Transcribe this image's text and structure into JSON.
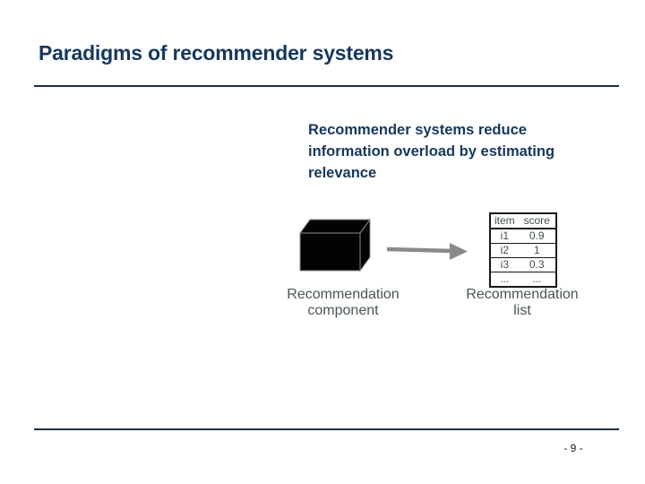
{
  "slide": {
    "title": "Paradigms of recommender systems",
    "body_text": "Recommender systems reduce information overload by estimating relevance",
    "page_number": "- 9 -"
  },
  "diagram": {
    "component_caption": {
      "line1": "Recommendation",
      "line2": "component"
    },
    "list_caption": {
      "line1": "Recommendation",
      "line2": "list"
    },
    "icons": [
      "cube-3d-icon",
      "arrow-right-icon"
    ],
    "table": {
      "headers": [
        "item",
        "score"
      ],
      "rows": [
        [
          "i1",
          "0.9"
        ],
        [
          "i2",
          "1"
        ],
        [
          "i3",
          "0.3"
        ],
        [
          "...",
          "..."
        ]
      ]
    }
  },
  "colors": {
    "heading": "#17375d",
    "rule": "#1c3144",
    "caption": "#47584e",
    "table_text": "#3f5149",
    "table_border": "#161616",
    "arrow": "#8a8a8a",
    "box_fill": "#030303",
    "page_number": "#1a1a1a"
  }
}
